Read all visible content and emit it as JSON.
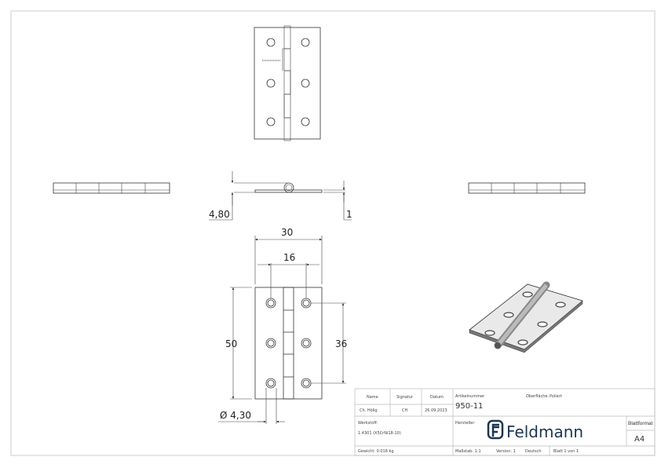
{
  "dimensions": {
    "thickness_total": "4,80",
    "sheet_thickness": "1",
    "width": "30",
    "hole_spacing_x": "16",
    "height": "50",
    "hole_spacing_y": "36",
    "hole_diameter": "Ø 4,30"
  },
  "title_block": {
    "name_label": "Name",
    "signature_label": "Signatur",
    "date_label": "Datum",
    "name_value": "Ch. Hölig",
    "signature_value": "CH",
    "date_value": "26.09.2023",
    "article_label": "Artikelnummer",
    "article_value": "950-11",
    "surface_label": "Oberfläche:",
    "surface_value": "Poliert",
    "material_label": "Werkstoff:",
    "material_value": "1.4301 (X5CrNi18-10)",
    "manufacturer_label": "Hersteller",
    "logo_text": "Feldmann",
    "format_label": "Blattformat",
    "format_value": "A4",
    "weight": "Gewicht: 0.016 kg",
    "scale": "Maßstab: 1:1",
    "version": "Version: 1",
    "language": "Deutsch",
    "sheet": "Blatt 1 von 1"
  },
  "colors": {
    "logo": "#1e3550",
    "lines": "#333333"
  }
}
